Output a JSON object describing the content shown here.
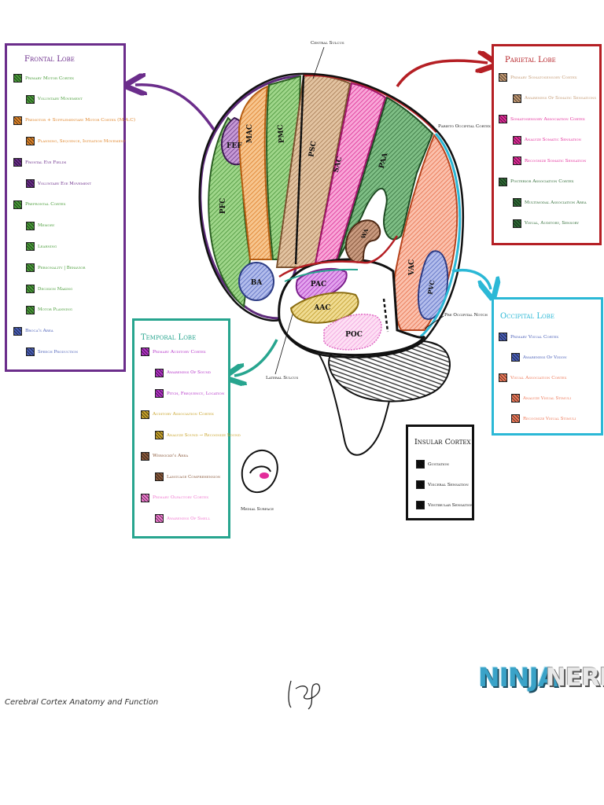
{
  "figure": {
    "title": "Cerebral Cortex Anatomy and Function",
    "signature": "John G",
    "brand": {
      "word1": "NINJA",
      "word2": "NERD"
    }
  },
  "colors": {
    "frontal": "#6b2d8b",
    "parietal": "#b51f24",
    "temporal": "#27a58f",
    "occipital": "#2bb8d6",
    "insular": "#111111",
    "green": "#4a9d3a",
    "orange": "#e0852a",
    "brown": "#8b5a3c",
    "pink": "#e32c9a",
    "dark_green": "#2f6b36",
    "salmon": "#ee7a5a",
    "blue": "#4a5fb8",
    "gold": "#c9a42c",
    "violet": "#b432c8",
    "light_pink": "#f07ad0",
    "tan": "#c49a74"
  },
  "annotations": {
    "central_sulcus": "Central Sulcus",
    "parieto_occipital": "Parieto Occipital Cortex",
    "pre_occipital_notch": "Pre Occipital Notch",
    "lateral_sulcus": "Lateral Sulcus",
    "medial_surface": "Medial Surface"
  },
  "regions": {
    "fef": "FEF",
    "mac": "MAC",
    "pmc": "PMC",
    "psc": "PSC",
    "sac": "SAC",
    "paa": "PAA",
    "pfc": "PFC",
    "ba": "BA",
    "wa": "WA",
    "pac": "PAC",
    "aac": "AAC",
    "poc": "POC",
    "vac": "VAC",
    "pvc": "PVC"
  },
  "legend": {
    "frontal": {
      "title": "Frontal Lobe",
      "items": [
        {
          "label": "Primary Motor Cortex",
          "level": 0,
          "color": "green"
        },
        {
          "label": "Voluntary Movement",
          "level": 1,
          "color": "green"
        },
        {
          "label": "Premotor + Supplementary Motor Cortex (M.A.C)",
          "level": 0,
          "color": "orange"
        },
        {
          "label": "Planning, Sequence, Initiation Movement",
          "level": 1,
          "color": "orange"
        },
        {
          "label": "Frontal Eye Fields",
          "level": 0,
          "color": "frontal"
        },
        {
          "label": "Voluntary Eye Movement",
          "level": 1,
          "color": "frontal"
        },
        {
          "label": "Prefrontal Cortex",
          "level": 0,
          "color": "green"
        },
        {
          "label": "Memory",
          "level": 1,
          "color": "green"
        },
        {
          "label": "Learning",
          "level": 1,
          "color": "green"
        },
        {
          "label": "Personality | Behavior",
          "level": 1,
          "color": "green"
        },
        {
          "label": "Decision Making",
          "level": 1,
          "color": "green"
        },
        {
          "label": "Motor Planning",
          "level": 1,
          "color": "green"
        },
        {
          "label": "Broca's Area",
          "level": 0,
          "color": "blue"
        },
        {
          "label": "Speech Production",
          "level": 1,
          "color": "blue"
        }
      ]
    },
    "parietal": {
      "title": "Parietal Lobe",
      "items": [
        {
          "label": "Primary Somatosensory Cortex",
          "level": 0,
          "color": "tan"
        },
        {
          "label": "Awareness Of Somatic Sensations",
          "level": 1,
          "color": "tan"
        },
        {
          "label": "Somatosensory Association Cortex",
          "level": 0,
          "color": "pink"
        },
        {
          "label": "Analyze Somatic Sensation",
          "level": 1,
          "color": "pink"
        },
        {
          "label": "Recognize Somatic Sensation",
          "level": 1,
          "color": "pink"
        },
        {
          "label": "Posterior Association Cortex",
          "level": 0,
          "color": "dark_green"
        },
        {
          "label": "Multimodal Association Area",
          "level": 1,
          "color": "dark_green"
        },
        {
          "label": "Visual, Auditory, Sensory",
          "level": 1,
          "color": "dark_green"
        }
      ]
    },
    "occipital": {
      "title": "Occipital Lobe",
      "items": [
        {
          "label": "Primary Visual Cortex",
          "level": 0,
          "color": "blue"
        },
        {
          "label": "Awareness Of Vision",
          "level": 1,
          "color": "blue"
        },
        {
          "label": "Visual Association Cortex",
          "level": 0,
          "color": "salmon"
        },
        {
          "label": "Analyze Visual Stimuli",
          "level": 1,
          "color": "salmon"
        },
        {
          "label": "Recognize Visual Stimuli",
          "level": 1,
          "color": "salmon"
        }
      ]
    },
    "temporal": {
      "title": "Temporal Lobe",
      "items": [
        {
          "label": "Primary Auditory Cortex",
          "level": 0,
          "color": "violet"
        },
        {
          "label": "Awareness Of Sound",
          "level": 1,
          "color": "violet"
        },
        {
          "label": "Pitch, Frequency, Location",
          "level": 1,
          "color": "violet"
        },
        {
          "label": "Auditory Association Cortex",
          "level": 0,
          "color": "gold"
        },
        {
          "label": "Analyze Sound → Recognize Sound",
          "level": 1,
          "color": "gold"
        },
        {
          "label": "Wernicke's Area",
          "level": 0,
          "color": "brown"
        },
        {
          "label": "Language Comprehension",
          "level": 1,
          "color": "brown"
        },
        {
          "label": "Primary Olfactory Cortex",
          "level": 0,
          "color": "light_pink"
        },
        {
          "label": "Awareness Of Smell",
          "level": 1,
          "color": "light_pink"
        }
      ]
    },
    "insular": {
      "title": "Insular Cortex",
      "items": [
        {
          "label": "Gustation",
          "level": 0,
          "color": "insular"
        },
        {
          "label": "Visceral Sensation",
          "level": 0,
          "color": "insular"
        },
        {
          "label": "Vestibular Sensation",
          "level": 0,
          "color": "insular"
        }
      ]
    }
  }
}
